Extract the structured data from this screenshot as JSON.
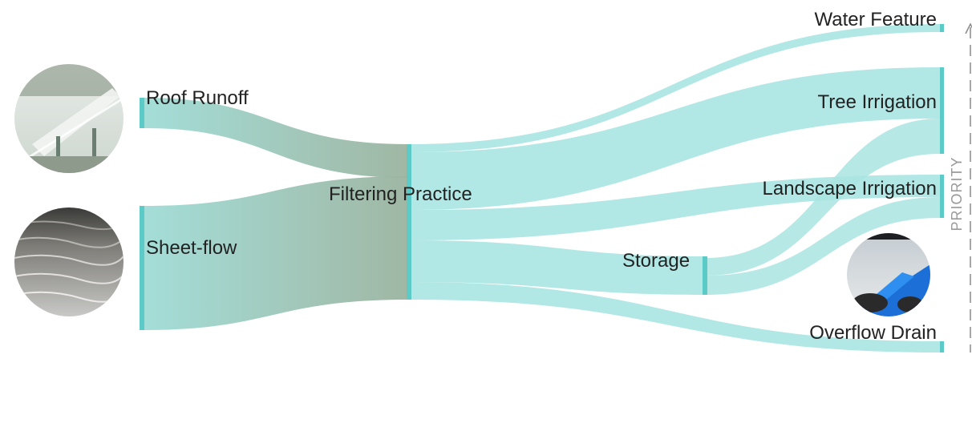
{
  "diagram": {
    "type": "sankey",
    "colors": {
      "flow": "#a9e4e1",
      "node_bar": "#5ccac7",
      "source_gradient_start": "#9fdcd6",
      "source_gradient_end": "#9bb39f",
      "label": "#222222",
      "priority": "#9a9a9a"
    },
    "nodes": {
      "roof_runoff": "Roof Runoff",
      "sheet_flow": "Sheet-flow",
      "filtering_practice": "Filtering Practice",
      "storage": "Storage",
      "water_feature": "Water Feature",
      "tree_irrigation": "Tree Irrigation",
      "landscape_irrigation": "Landscape Irrigation",
      "overflow_drain": "Overflow Drain"
    },
    "images": {
      "roof_runoff_photo": "roof runoff photo",
      "sheet_flow_photo": "sheet-flow water photo",
      "storage_photo": "storage tank photo"
    },
    "axis": {
      "label": "PRIORITY",
      "direction": "up"
    }
  }
}
